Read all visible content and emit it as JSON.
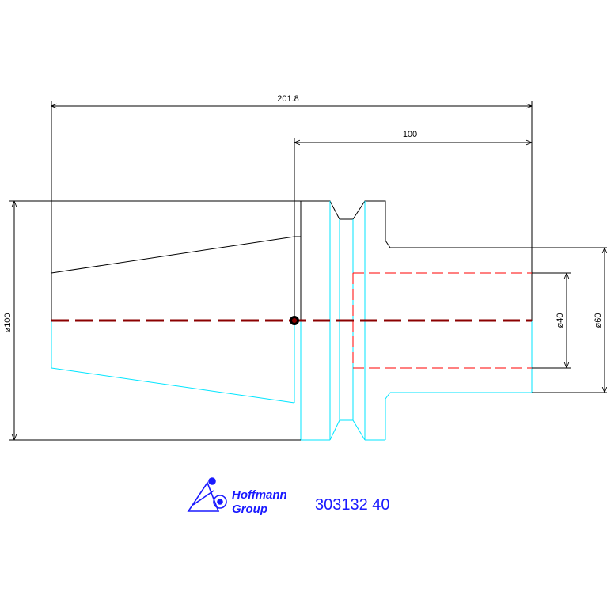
{
  "dimensions": {
    "overall_length": "201.8",
    "shank_length": "100",
    "flange_diameter": "ø100",
    "bore_diameter": "ø40",
    "shank_diameter": "ø60"
  },
  "title_block": {
    "company_line1": "Hoffmann",
    "company_line2": "Group",
    "part_number": "303132 40"
  },
  "colors": {
    "outline": "#000000",
    "lower_half": "#00e5ff",
    "hidden_bore": "#ff0000",
    "centerline": "#8b0000",
    "branding": "#1a1aff"
  }
}
